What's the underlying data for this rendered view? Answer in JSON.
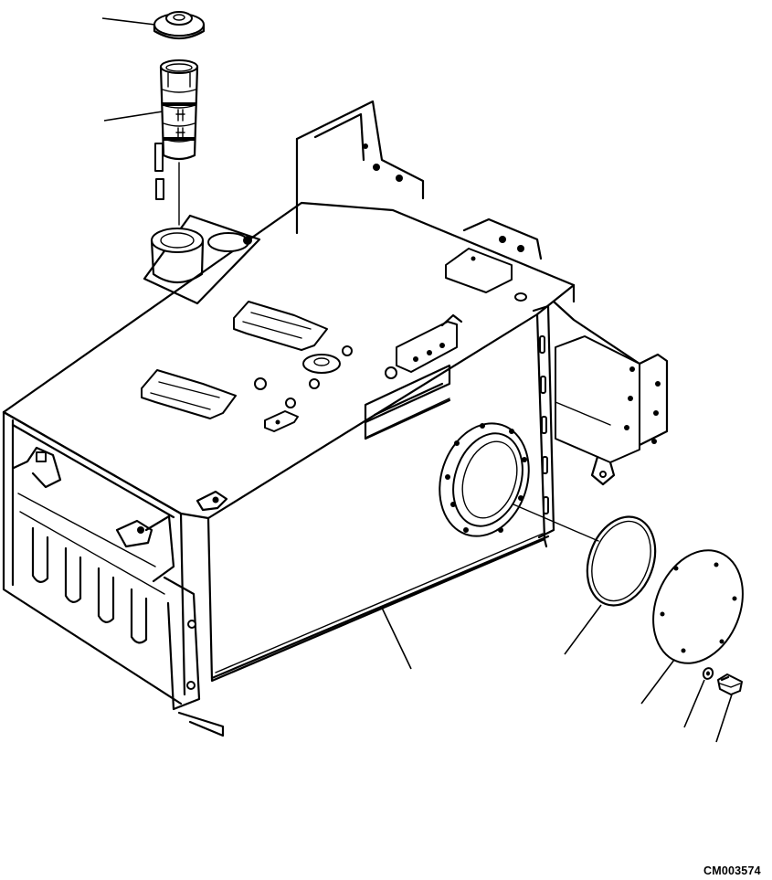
{
  "drawing_code": "CM003574",
  "parts": [
    {
      "name": "filler-cap"
    },
    {
      "name": "strainer"
    },
    {
      "name": "tank"
    },
    {
      "name": "o-ring"
    },
    {
      "name": "cover"
    },
    {
      "name": "washer"
    },
    {
      "name": "bolt"
    }
  ]
}
